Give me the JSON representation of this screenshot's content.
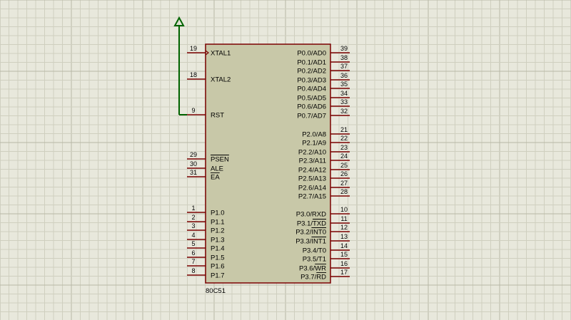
{
  "colors": {
    "background": "#e8e8dc",
    "grid_minor": "#cfcfbf",
    "grid_major": "#b8b8a6",
    "chip_fill": "#c8c8a8",
    "chip_border": "#7a0000",
    "pin_wire": "#7a0000",
    "net_wire": "#006400"
  },
  "chip": {
    "part_name": "80C51",
    "left_pins": [
      {
        "num": "19",
        "label": "XTAL1",
        "overline": false,
        "clock": true
      },
      {
        "num": "18",
        "label": "XTAL2",
        "overline": false
      },
      {
        "num": "9",
        "label": "RST",
        "overline": false
      },
      {
        "num": "29",
        "label": "PSEN",
        "overline": true
      },
      {
        "num": "30",
        "label": "ALE",
        "overline": false
      },
      {
        "num": "31",
        "label": "EA",
        "overline": true
      },
      {
        "num": "1",
        "label": "P1.0"
      },
      {
        "num": "2",
        "label": "P1.1"
      },
      {
        "num": "3",
        "label": "P1.2"
      },
      {
        "num": "4",
        "label": "P1.3"
      },
      {
        "num": "5",
        "label": "P1.4"
      },
      {
        "num": "6",
        "label": "P1.5"
      },
      {
        "num": "7",
        "label": "P1.6"
      },
      {
        "num": "8",
        "label": "P1.7"
      }
    ],
    "right_pins": [
      {
        "num": "39",
        "label": "P0.0/AD0"
      },
      {
        "num": "38",
        "label": "P0.1/AD1"
      },
      {
        "num": "37",
        "label": "P0.2/AD2"
      },
      {
        "num": "36",
        "label": "P0.3/AD3"
      },
      {
        "num": "35",
        "label": "P0.4/AD4"
      },
      {
        "num": "34",
        "label": "P0.5/AD5"
      },
      {
        "num": "33",
        "label": "P0.6/AD6"
      },
      {
        "num": "32",
        "label": "P0.7/AD7"
      },
      {
        "num": "21",
        "label": "P2.0/A8"
      },
      {
        "num": "22",
        "label": "P2.1/A9"
      },
      {
        "num": "23",
        "label": "P2.2/A10"
      },
      {
        "num": "24",
        "label": "P2.3/A11"
      },
      {
        "num": "25",
        "label": "P2.4/A12"
      },
      {
        "num": "26",
        "label": "P2.5/A13"
      },
      {
        "num": "27",
        "label": "P2.6/A14"
      },
      {
        "num": "28",
        "label": "P2.7/A15"
      },
      {
        "num": "10",
        "label": "P3.0/RXD"
      },
      {
        "num": "11",
        "label": "P3.1/TXD",
        "over_part": "TXD"
      },
      {
        "num": "12",
        "label": "P3.2/INT0",
        "over_part": "INT0"
      },
      {
        "num": "13",
        "label": "P3.3/INT1",
        "over_part": "INT1"
      },
      {
        "num": "14",
        "label": "P3.4/T0"
      },
      {
        "num": "15",
        "label": "P3.5/T1"
      },
      {
        "num": "16",
        "label": "P3.6/WR",
        "over_part": "WR"
      },
      {
        "num": "17",
        "label": "P3.7/RD",
        "over_part": "RD"
      }
    ]
  },
  "power_terminal": {
    "icon": "power-arrow-icon"
  }
}
